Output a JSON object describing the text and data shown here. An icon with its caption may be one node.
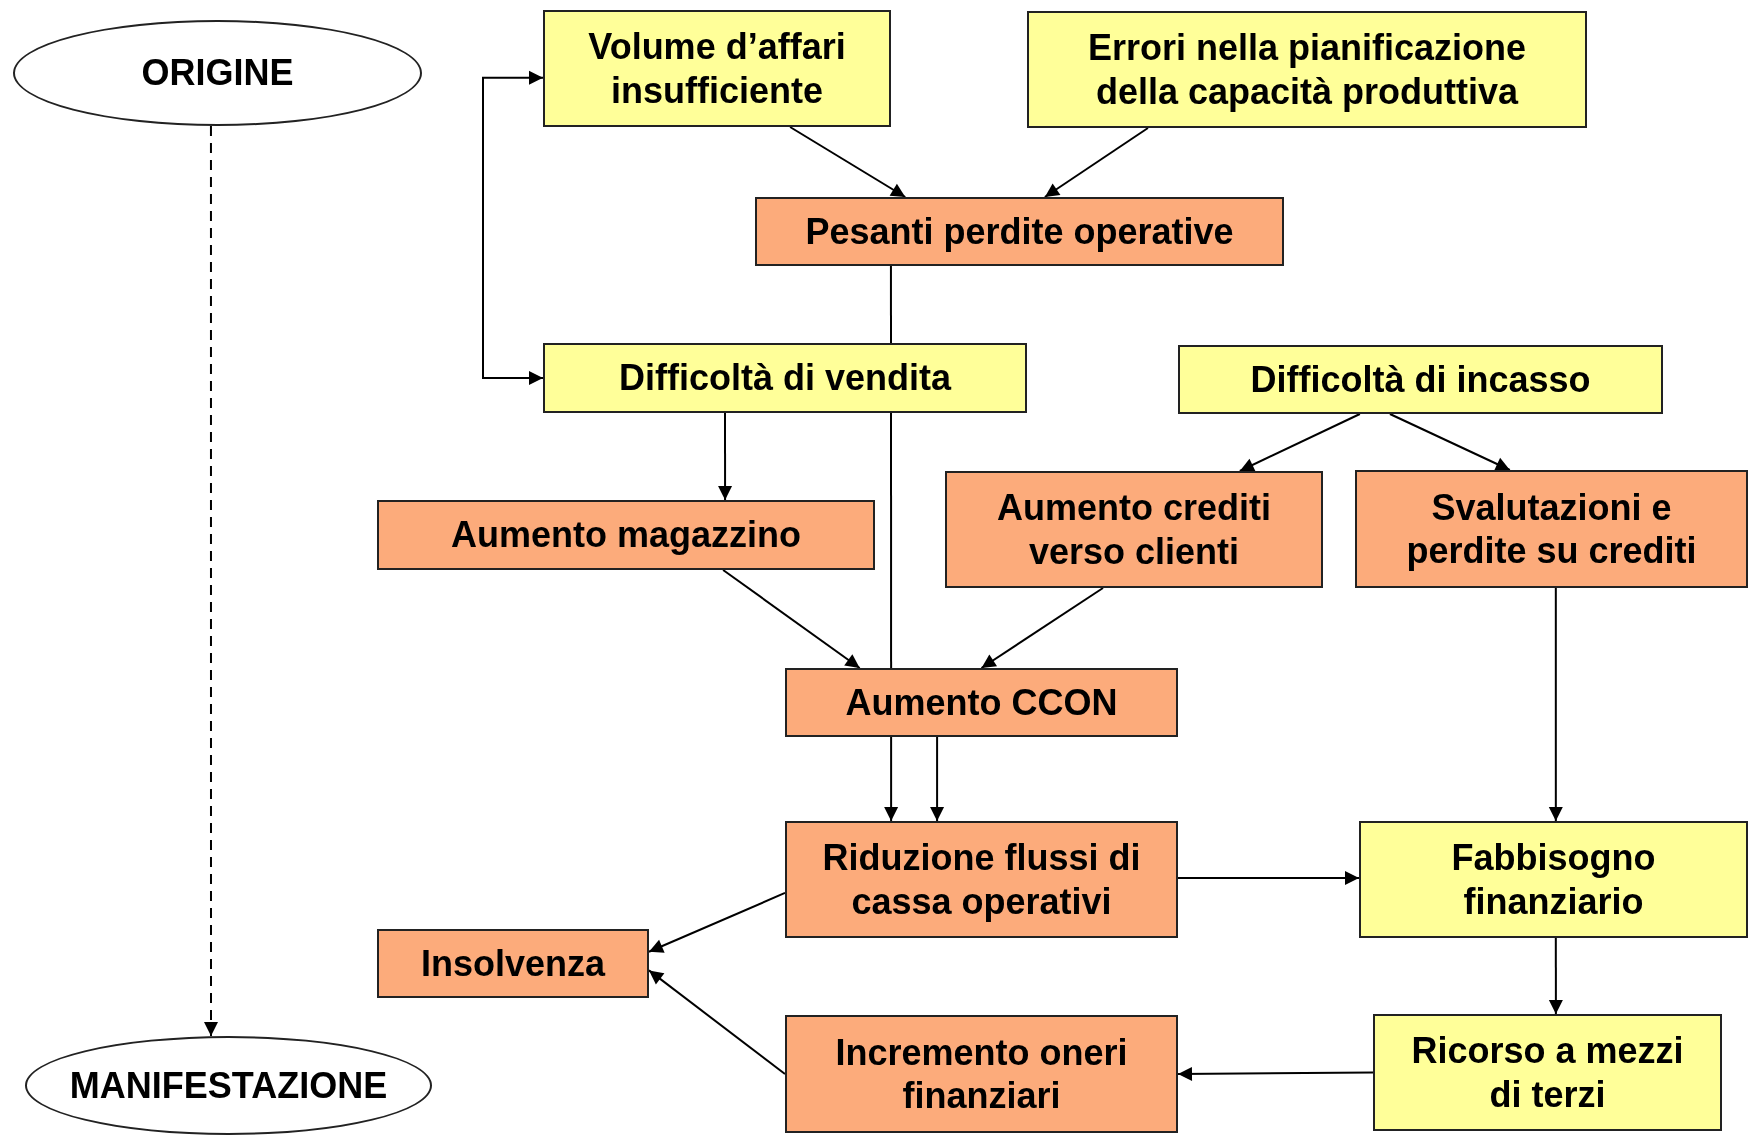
{
  "diagram": {
    "nodes": [
      {
        "text": [
          "ORIGINE"
        ]
      },
      {
        "text": [
          "Volume d’affari insufficiente"
        ]
      },
      {
        "text": [
          "Errori nella pianificazione della capacità produttiva"
        ]
      },
      {
        "text": [
          "Pesanti perdite operative"
        ]
      },
      {
        "text": [
          "Difficoltà di vendita"
        ]
      },
      {
        "text": [
          "Difficoltà di incasso"
        ]
      },
      {
        "text": [
          "Aumento magazzino"
        ]
      },
      {
        "text": [
          "Aumento crediti verso clienti"
        ]
      },
      {
        "text": [
          "Svalutazioni e perdite su crediti"
        ]
      },
      {
        "text": [
          "Aumento CCON"
        ]
      },
      {
        "text": [
          "Riduzione flussi di cassa operativi"
        ]
      },
      {
        "text": [
          "Fabbisogno finanziario"
        ]
      },
      {
        "text": [
          "Insolvenza"
        ]
      },
      {
        "text": [
          "Incremento oneri finanziari"
        ]
      },
      {
        "text": [
          "Ricorso a mezzi di terzi"
        ]
      },
      {
        "text": [
          "MANIFESTAZIONE"
        ]
      }
    ],
    "edges": [
      {
        "from": 0,
        "to": 15,
        "arrow": "to",
        "style": "dashed"
      },
      {
        "from": 1,
        "to": 3,
        "arrow": "to"
      },
      {
        "from": 2,
        "to": 3,
        "arrow": "to"
      },
      {
        "from": 4,
        "to": 1,
        "arrow": "both"
      },
      {
        "from": 3,
        "to": 4,
        "arrow": "none"
      },
      {
        "from": 4,
        "to": 9,
        "arrow": "none"
      },
      {
        "from": 4,
        "to": 6,
        "arrow": "to"
      },
      {
        "from": 5,
        "to": 7,
        "arrow": "to"
      },
      {
        "from": 5,
        "to": 8,
        "arrow": "to"
      },
      {
        "from": 6,
        "to": 9,
        "arrow": "to"
      },
      {
        "from": 7,
        "to": 9,
        "arrow": "to"
      },
      {
        "from": 9,
        "to": 10,
        "arrow": "to"
      },
      {
        "from": 9,
        "to": 10,
        "arrow": "to"
      },
      {
        "from": 8,
        "to": 11,
        "arrow": "to"
      },
      {
        "from": 10,
        "to": 11,
        "arrow": "to"
      },
      {
        "from": 10,
        "to": 12,
        "arrow": "to"
      },
      {
        "from": 11,
        "to": 14,
        "arrow": "to"
      },
      {
        "from": 14,
        "to": 13,
        "arrow": "to"
      },
      {
        "from": 13,
        "to": 12,
        "arrow": "to"
      }
    ]
  }
}
